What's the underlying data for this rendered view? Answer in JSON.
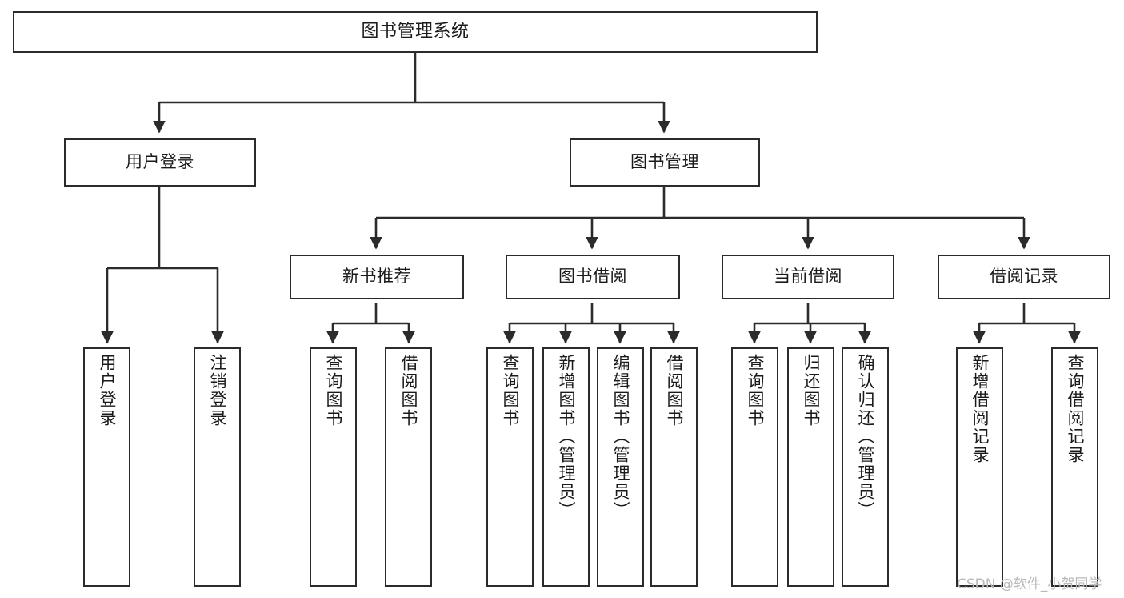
{
  "diagram": {
    "title": "图书管理系统",
    "type": "tree-hierarchy-functional-structure",
    "watermark": "CSDN @软件_小贺同学",
    "colors": {
      "box_border": "#2b2b2b",
      "box_fill": "#ffffff",
      "connector": "#2b2b2b",
      "text": "#1a1a1a",
      "watermark": "#b9b9b9",
      "background": "#ffffff"
    },
    "root": {
      "label": "图书管理系统"
    },
    "level2": [
      {
        "label": "用户登录"
      },
      {
        "label": "图书管理"
      }
    ],
    "level3": [
      {
        "label": "新书推荐"
      },
      {
        "label": "图书借阅"
      },
      {
        "label": "当前借阅"
      },
      {
        "label": "借阅记录"
      }
    ],
    "leaves": {
      "user_login": [
        {
          "label": "用户登录"
        },
        {
          "label": "注销登录"
        }
      ],
      "new_book_recommend": [
        {
          "label": "查询图书"
        },
        {
          "label": "借阅图书"
        }
      ],
      "book_borrow": [
        {
          "label": "查询图书"
        },
        {
          "label": "新增图书（管理员）"
        },
        {
          "label": "编辑图书（管理员）"
        },
        {
          "label": "借阅图书"
        }
      ],
      "current_borrow": [
        {
          "label": "查询图书"
        },
        {
          "label": "归还图书"
        },
        {
          "label": "确认归还（管理员）"
        }
      ],
      "borrow_records": [
        {
          "label": "新增借阅记录"
        },
        {
          "label": "查询借阅记录"
        }
      ]
    }
  }
}
